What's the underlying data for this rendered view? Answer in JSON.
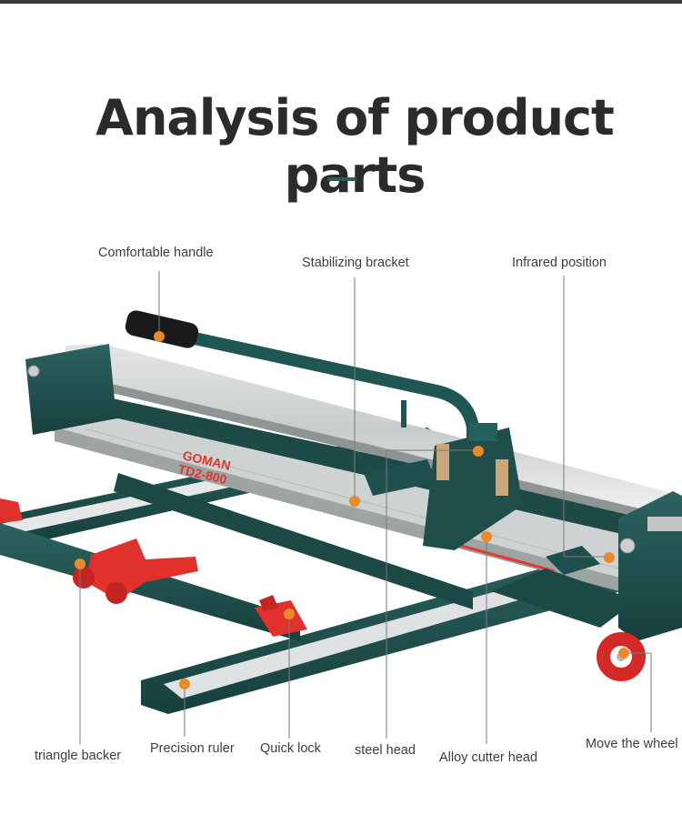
{
  "title": "Analysis of product parts",
  "brand_mark": "GOMAN",
  "model_mark": "TD2-800",
  "colors": {
    "accent": "#2e5a58",
    "frame_green": "#1f4f4c",
    "marker_orange": "#e8892b",
    "clamp_red": "#e0312d"
  },
  "callouts": {
    "comfortable_handle": "Comfortable handle",
    "stabilizing_bracket": "Stabilizing bracket",
    "infrared_position": "Infrared position",
    "triangle_backer": "triangle backer",
    "precision_ruler": "Precision ruler",
    "quick_lock": "Quick lock",
    "steel_head": "steel head",
    "alloy_cutter_head": "Alloy cutter head",
    "move_the_wheel": "Move the wheel"
  }
}
